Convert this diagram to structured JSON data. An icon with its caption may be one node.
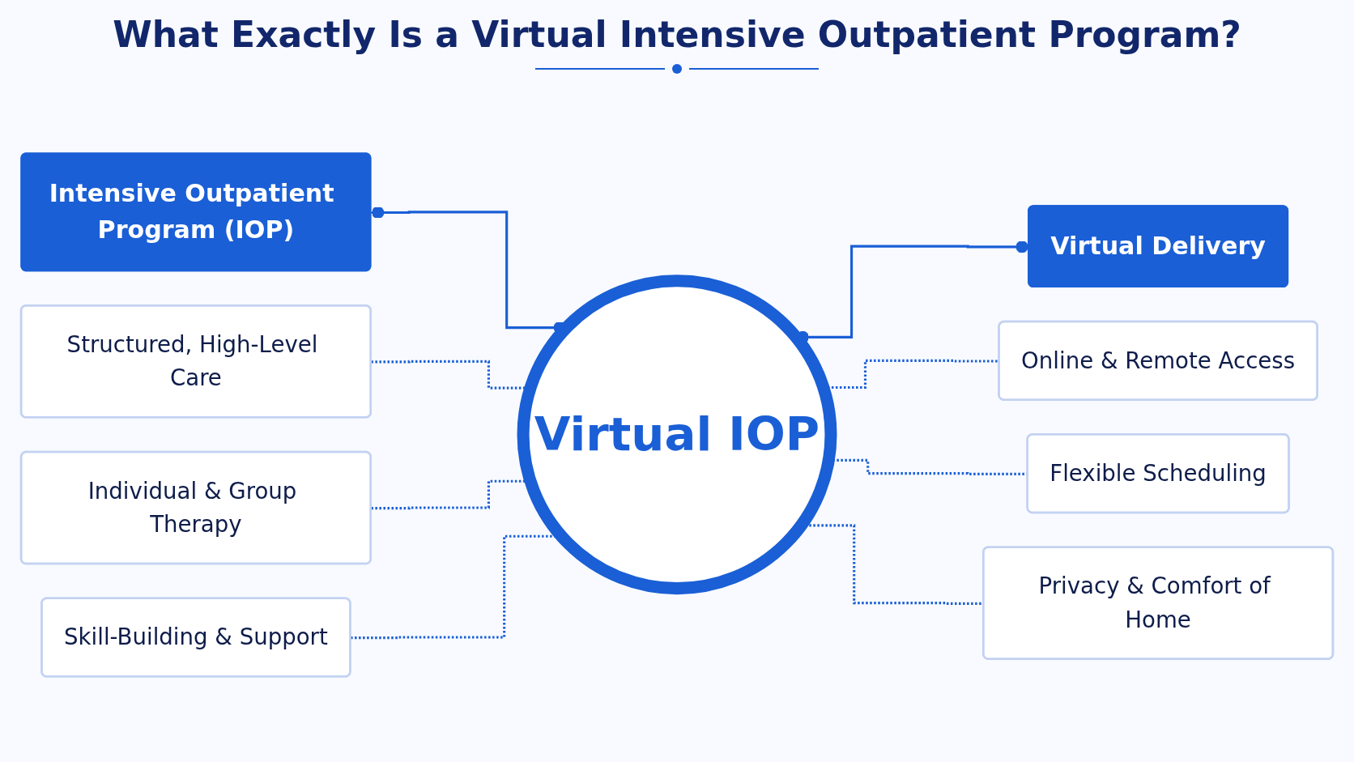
{
  "diagram": {
    "title": "What Exactly Is a Virtual Intensive Outpatient Program?",
    "nodes": [
      {
        "text": [
          "Intensive Outpatient Program (IOP)"
        ]
      },
      {
        "text": [
          "Virtual Delivery"
        ]
      },
      {
        "text": [
          "Virtual IOP"
        ]
      },
      {
        "text": [
          "Structured, High-Level Care"
        ]
      },
      {
        "text": [
          "Online & Remote Access"
        ]
      },
      {
        "text": [
          "Individual & Group Therapy"
        ]
      },
      {
        "text": [
          "Flexible Scheduling"
        ]
      },
      {
        "text": [
          "Skill-Building & Support"
        ]
      },
      {
        "text": [
          "Privacy & Comfort of Home"
        ]
      }
    ],
    "edges": [
      {
        "from": 0,
        "to": 2,
        "arrow": "other"
      },
      {
        "from": 2,
        "to": 1,
        "arrow": "other"
      },
      {
        "from": 3,
        "to": 2,
        "arrow": "none",
        "style": "dashed"
      },
      {
        "from": 5,
        "to": 2,
        "arrow": "none",
        "style": "dashed"
      },
      {
        "from": 7,
        "to": 2,
        "arrow": "none",
        "style": "dashed"
      },
      {
        "from": 2,
        "to": 4,
        "arrow": "none",
        "style": "dashed"
      },
      {
        "from": 2,
        "to": 6,
        "arrow": "none",
        "style": "dashed"
      },
      {
        "from": 2,
        "to": 8,
        "arrow": "none",
        "style": "dashed"
      }
    ]
  }
}
